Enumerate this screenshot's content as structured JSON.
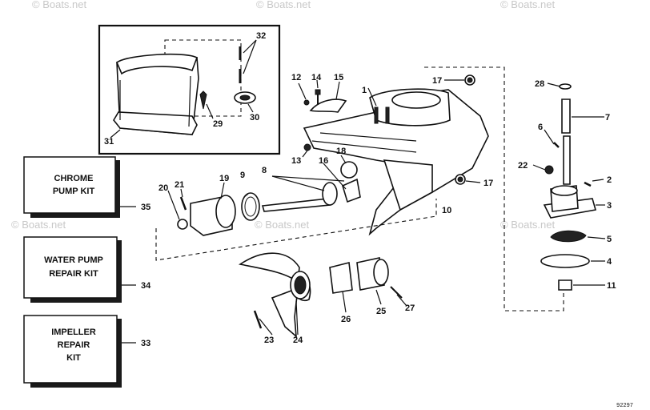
{
  "watermarks": {
    "top_1": "© Boats.net",
    "top_2": "© Boats.net",
    "top_3": "© Boats.net",
    "left": "© Boats.net",
    "center": "© Boats.net",
    "right": "© Boats.net"
  },
  "kits": {
    "chrome_pump_kit": {
      "line1": "CHROME",
      "line2": "PUMP KIT",
      "number": "35"
    },
    "water_pump_repair_kit": {
      "line1": "WATER PUMP",
      "line2": "REPAIR KIT",
      "number": "34"
    },
    "impeller_repair_kit": {
      "line1": "IMPELLER",
      "line2": "REPAIR",
      "line3": "KIT",
      "number": "33"
    }
  },
  "callouts": {
    "c1": "1",
    "c2": "2",
    "c3": "3",
    "c4": "4",
    "c5": "5",
    "c6": "6",
    "c7": "7",
    "c8": "8",
    "c9": "9",
    "c10": "10",
    "c11": "11",
    "c12": "12",
    "c13": "13",
    "c14": "14",
    "c15": "15",
    "c16": "16",
    "c17a": "17",
    "c17b": "17",
    "c18": "18",
    "c19": "19",
    "c20": "20",
    "c21": "21",
    "c22": "22",
    "c23": "23",
    "c24": "24",
    "c25": "25",
    "c26": "26",
    "c27": "27",
    "c28": "28",
    "c29": "29",
    "c30": "30",
    "c31": "31",
    "c32": "32"
  },
  "drawing_ref": "92297"
}
